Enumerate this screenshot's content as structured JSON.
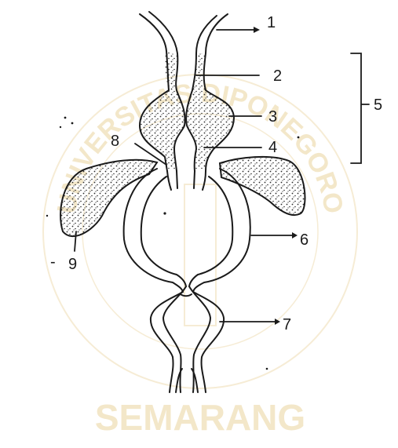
{
  "diagram": {
    "labels": [
      "1",
      "2",
      "3",
      "4",
      "5",
      "6",
      "7",
      "8",
      "9"
    ],
    "watermark": {
      "top_text": "UNIVERSITAS DIPONEGORO",
      "bottom_text": "SEMARANG"
    }
  },
  "colors": {
    "ink": "#1a1a1a",
    "stipple": "#2b2b2b",
    "watermark": "#f3e7c9",
    "watermark_accent": "#f6d9d2"
  }
}
